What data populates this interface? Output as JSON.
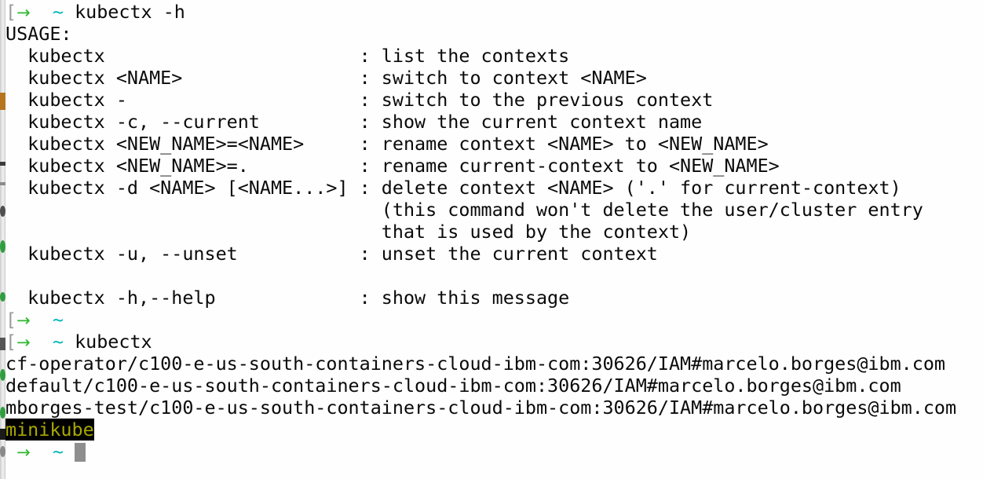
{
  "terminal": {
    "background_color": "#fefefe",
    "foreground_color": "#0a0a0a",
    "prompt": {
      "bracket": "[",
      "arrow_glyph": "→",
      "arrow_color": "#2eb82e",
      "cwd": "~",
      "cwd_color": "#00b5b8"
    },
    "cursor": {
      "color": "#8e8e8e",
      "shape": "block"
    },
    "highlight": {
      "background_color": "#000000",
      "text_color": "#a8a800"
    },
    "lines": [
      {
        "type": "prompt",
        "command": "kubectx -h"
      },
      {
        "type": "output",
        "text": "USAGE:"
      },
      {
        "type": "output",
        "text": "  kubectx                       : list the contexts"
      },
      {
        "type": "output",
        "text": "  kubectx <NAME>                : switch to context <NAME>"
      },
      {
        "type": "output",
        "text": "  kubectx -                     : switch to the previous context"
      },
      {
        "type": "output",
        "text": "  kubectx -c, --current         : show the current context name"
      },
      {
        "type": "output",
        "text": "  kubectx <NEW_NAME>=<NAME>     : rename context <NAME> to <NEW_NAME>"
      },
      {
        "type": "output",
        "text": "  kubectx <NEW_NAME>=.          : rename current-context to <NEW_NAME>"
      },
      {
        "type": "output",
        "text": "  kubectx -d <NAME> [<NAME...>] : delete context <NAME> ('.' for current-context)"
      },
      {
        "type": "output",
        "text": "                                  (this command won't delete the user/cluster entry"
      },
      {
        "type": "output",
        "text": "                                  that is used by the context)"
      },
      {
        "type": "output",
        "text": "  kubectx -u, --unset           : unset the current context"
      },
      {
        "type": "blank",
        "text": ""
      },
      {
        "type": "output",
        "text": "  kubectx -h,--help             : show this message"
      },
      {
        "type": "prompt",
        "command": ""
      },
      {
        "type": "prompt",
        "command": "kubectx"
      },
      {
        "type": "output",
        "text": "cf-operator/c100-e-us-south-containers-cloud-ibm-com:30626/IAM#marcelo.borges@ibm.com"
      },
      {
        "type": "output",
        "text": "default/c100-e-us-south-containers-cloud-ibm-com:30626/IAM#marcelo.borges@ibm.com"
      },
      {
        "type": "output",
        "text": "mborges-test/c100-e-us-south-containers-cloud-ibm-com:30626/IAM#marcelo.borges@ibm.com"
      },
      {
        "type": "highlight",
        "text": "minikube"
      },
      {
        "type": "prompt-cursor",
        "command": ""
      }
    ]
  }
}
